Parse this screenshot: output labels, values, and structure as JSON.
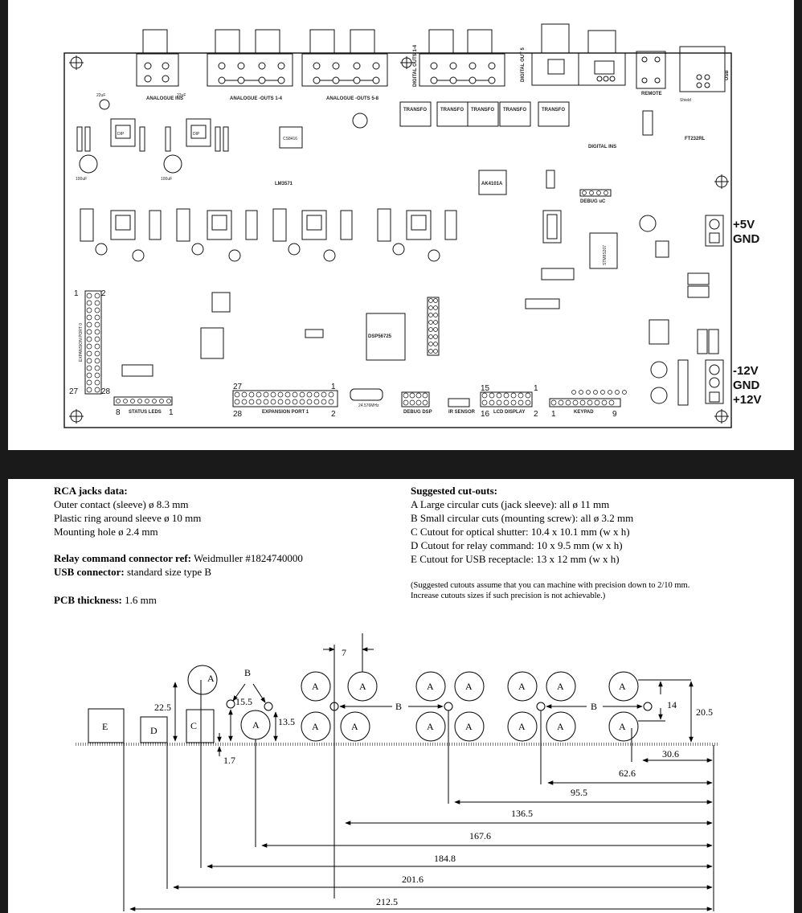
{
  "pcb": {
    "labels": {
      "analogue_ins": "ANALOGUE INS",
      "analogue_outs_1_4": "ANALOGUE -OUTS 1-4",
      "analogue_outs_5_8": "ANALOGUE -OUTS 5-8",
      "digital_outs_1_4": "DIGITAL OUTS 1-4",
      "digital_out_5": "DIGITAL OUT 5",
      "remote": "REMOTE",
      "shield": "Shield",
      "usb": "USB",
      "digital_ins": "DIGITAL INS",
      "ft232rl": "FT232RL",
      "transfo": "TRANSFO",
      "debug_uc": "DEBUG uC",
      "ak4101a": "AK4101A",
      "dsp": "DSP56725",
      "cs8416": "CS8416",
      "lm3571": "LM3571",
      "stm8s207": "STM8S207",
      "expansion_port_0": "EXPANSION PORT 0",
      "expansion_port_1": "EXPANSION PORT 1",
      "status_leds": "STATUS LEDS",
      "debug_dsp": "DEBUG DSP",
      "ir_sensor": "IR SENSOR",
      "lcd_display": "LCD DISPLAY",
      "keypad": "KEYPAD",
      "crystal": "24.576MHz",
      "cap_22uf": "22uF",
      "cap_100uf": "100uF",
      "dip": "DIP"
    },
    "pins": {
      "ep0_1": "1",
      "ep0_2": "2",
      "ep0_27": "27",
      "ep0_28": "28",
      "led_8": "8",
      "led_1": "1",
      "ep1_27": "27",
      "ep1_1": "1",
      "ep1_28": "28",
      "ep1_2": "2",
      "lcd_15": "15",
      "lcd_1": "1",
      "lcd_16": "16",
      "lcd_2": "2",
      "kp_1": "1",
      "kp_9": "9"
    },
    "power": {
      "p5v": "+5V",
      "gnd1": "GND",
      "m12v": "-12V",
      "gnd2": "GND",
      "p12v": "+12V"
    }
  },
  "rca": {
    "heading": "RCA jacks data:",
    "lines": [
      "Outer contact (sleeve) ø 8.3 mm",
      "Plastic ring around sleeve ø 10 mm",
      "Mounting hole ø 2.4 mm"
    ]
  },
  "relay": {
    "label": "Relay command connector ref:",
    "value": " Weidmuller #1824740000"
  },
  "usb": {
    "label": "USB connector:",
    "value": " standard size type B"
  },
  "pcb_thickness": {
    "label": "PCB thickness:",
    "value": " 1.6 mm"
  },
  "cutouts": {
    "heading": "Suggested cut-outs:",
    "lines": [
      "A Large circular cuts (jack sleeve): all ø 11 mm",
      "B Small circular cuts (mounting screw): all ø 3.2 mm",
      "C Cutout for optical shutter: 10.4 x 10.1 mm (w x h)",
      "D Cutout for relay command: 10 x 9.5 mm (w x h)",
      "E Cutout for USB receptacle: 13 x 12 mm (w x h)"
    ],
    "note": [
      "(Suggested cutouts assume that you can machine with precision down to 2/10 mm.",
      "Increase cutouts sizes if such precision is not achievable.)"
    ]
  },
  "drawing": {
    "labels": {
      "A": "A",
      "B": "B",
      "C": "C",
      "D": "D",
      "E": "E"
    },
    "dims": {
      "d7": "7",
      "d22_5": "22.5",
      "d15_5": "15.5",
      "d13_5": "13.5",
      "d1_7": "1.7",
      "d14": "14",
      "d20_5": "20.5",
      "d30_6": "30.6",
      "d62_6": "62.6",
      "d95_5": "95.5",
      "d136_5": "136.5",
      "d167_6": "167.6",
      "d184_8": "184.8",
      "d201_6": "201.6",
      "d212_5": "212.5"
    }
  }
}
